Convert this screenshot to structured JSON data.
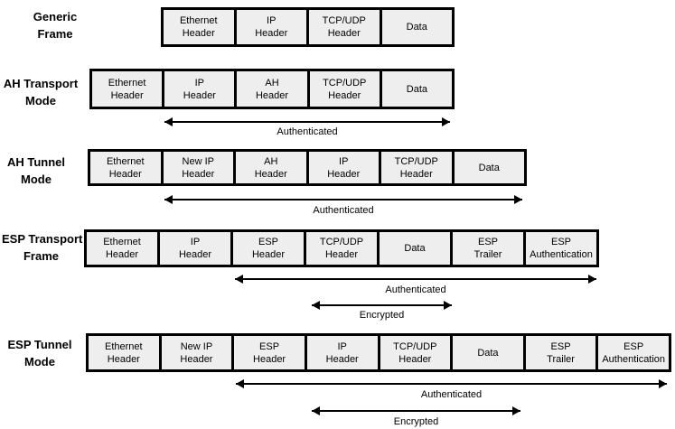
{
  "rows": [
    {
      "label": [
        "Generic",
        "Frame"
      ],
      "boxes": [
        [
          "Ethernet",
          "Header"
        ],
        [
          "IP",
          "Header"
        ],
        [
          "TCP/UDP",
          "Header"
        ],
        [
          "Data"
        ]
      ],
      "arrows": []
    },
    {
      "label": [
        "AH Transport",
        "Mode"
      ],
      "boxes": [
        [
          "Ethernet",
          "Header"
        ],
        [
          "IP",
          "Header"
        ],
        [
          "AH",
          "Header"
        ],
        [
          "TCP/UDP",
          "Header"
        ],
        [
          "Data"
        ]
      ],
      "arrows": [
        {
          "label": "Authenticated"
        }
      ]
    },
    {
      "label": [
        "AH Tunnel",
        "Mode"
      ],
      "boxes": [
        [
          "Ethernet",
          "Header"
        ],
        [
          "New IP",
          "Header"
        ],
        [
          "AH",
          "Header"
        ],
        [
          "IP",
          "Header"
        ],
        [
          "TCP/UDP",
          "Header"
        ],
        [
          "Data"
        ]
      ],
      "arrows": [
        {
          "label": "Authenticated"
        }
      ]
    },
    {
      "label": [
        "ESP Transport",
        "Frame"
      ],
      "boxes": [
        [
          "Ethernet",
          "Header"
        ],
        [
          "IP",
          "Header"
        ],
        [
          "ESP",
          "Header"
        ],
        [
          "TCP/UDP",
          "Header"
        ],
        [
          "Data"
        ],
        [
          "ESP",
          "Trailer"
        ],
        [
          "ESP",
          "Authentication"
        ]
      ],
      "arrows": [
        {
          "label": "Authenticated"
        },
        {
          "label": "Encrypted"
        }
      ]
    },
    {
      "label": [
        "ESP Tunnel",
        "Mode"
      ],
      "boxes": [
        [
          "Ethernet",
          "Header"
        ],
        [
          "New IP",
          "Header"
        ],
        [
          "ESP",
          "Header"
        ],
        [
          "IP",
          "Header"
        ],
        [
          "TCP/UDP",
          "Header"
        ],
        [
          "Data"
        ],
        [
          "ESP",
          "Trailer"
        ],
        [
          "ESP",
          "Authentication"
        ]
      ],
      "arrows": [
        {
          "label": "Authenticated"
        },
        {
          "label": "Encrypted"
        }
      ]
    }
  ],
  "colors": {
    "box_fill": "#eeeeee",
    "box_border": "#000000",
    "text": "#000000",
    "background": "#ffffff"
  }
}
